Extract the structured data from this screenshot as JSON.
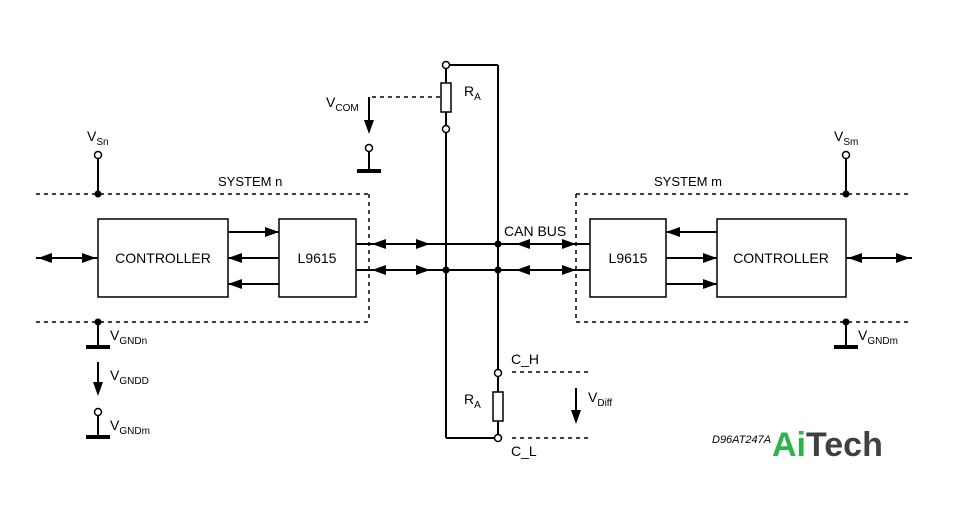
{
  "system_n": {
    "label": "SYSTEM n",
    "controller": "CONTROLLER",
    "transceiver": "L9615"
  },
  "system_m": {
    "label": "SYSTEM m",
    "controller": "CONTROLLER",
    "transceiver": "L9615"
  },
  "bus": {
    "label": "CAN BUS",
    "c_h": "C_H",
    "c_l": "C_L"
  },
  "resistors": {
    "top": {
      "main": "R",
      "sub": "A"
    },
    "bottom": {
      "main": "R",
      "sub": "A"
    }
  },
  "supplies": {
    "vcom": {
      "main": "V",
      "sub": "COM"
    },
    "vsn": {
      "main": "V",
      "sub": "Sn"
    },
    "vsm": {
      "main": "V",
      "sub": "Sm"
    },
    "vgndn": {
      "main": "V",
      "sub": "GNDn"
    },
    "vgndd": {
      "main": "V",
      "sub": "GNDD"
    },
    "vgndm_left": {
      "main": "V",
      "sub": "GNDm"
    },
    "vgndm_right": {
      "main": "V",
      "sub": "GNDm"
    },
    "vdiff": {
      "main": "V",
      "sub": "Diff"
    }
  },
  "figure_code": "D96AT247A",
  "logo": {
    "part1": "Ai",
    "part2": "Tech",
    "color1": "#2db34a",
    "color2": "#404040"
  }
}
